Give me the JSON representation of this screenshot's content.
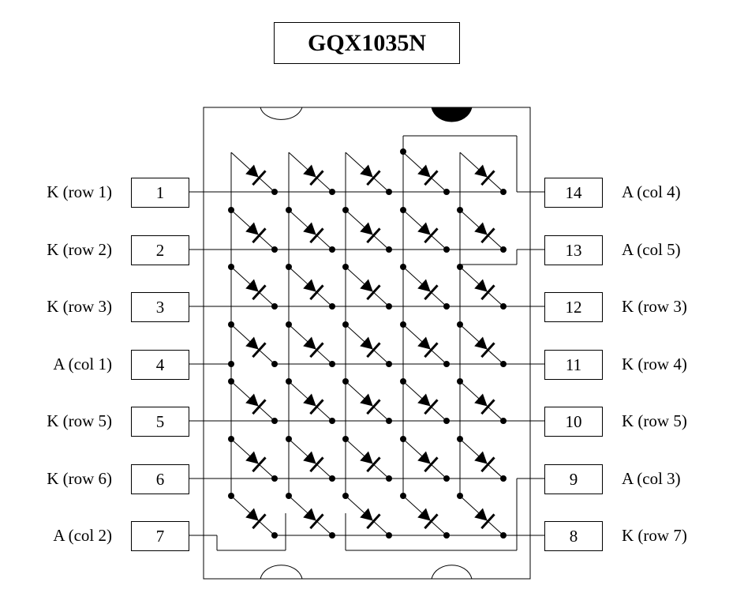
{
  "title": "GQX1035N",
  "left_pins": [
    {
      "number": "1",
      "label": "K (row 1)"
    },
    {
      "number": "2",
      "label": "K (row 2)"
    },
    {
      "number": "3",
      "label": "K (row 3)"
    },
    {
      "number": "4",
      "label": "A (col 1)"
    },
    {
      "number": "5",
      "label": "K (row 5)"
    },
    {
      "number": "6",
      "label": "K (row 6)"
    },
    {
      "number": "7",
      "label": "A (col 2)"
    }
  ],
  "right_pins": [
    {
      "number": "14",
      "label": "A (col 4)"
    },
    {
      "number": "13",
      "label": "A (col 5)"
    },
    {
      "number": "12",
      "label": "K (row 3)"
    },
    {
      "number": "11",
      "label": "K (row 4)"
    },
    {
      "number": "10",
      "label": "K (row 5)"
    },
    {
      "number": "9",
      "label": "A (col 3)"
    },
    {
      "number": "8",
      "label": "K (row 7)"
    }
  ],
  "matrix": {
    "rows": 7,
    "cols": 5
  }
}
